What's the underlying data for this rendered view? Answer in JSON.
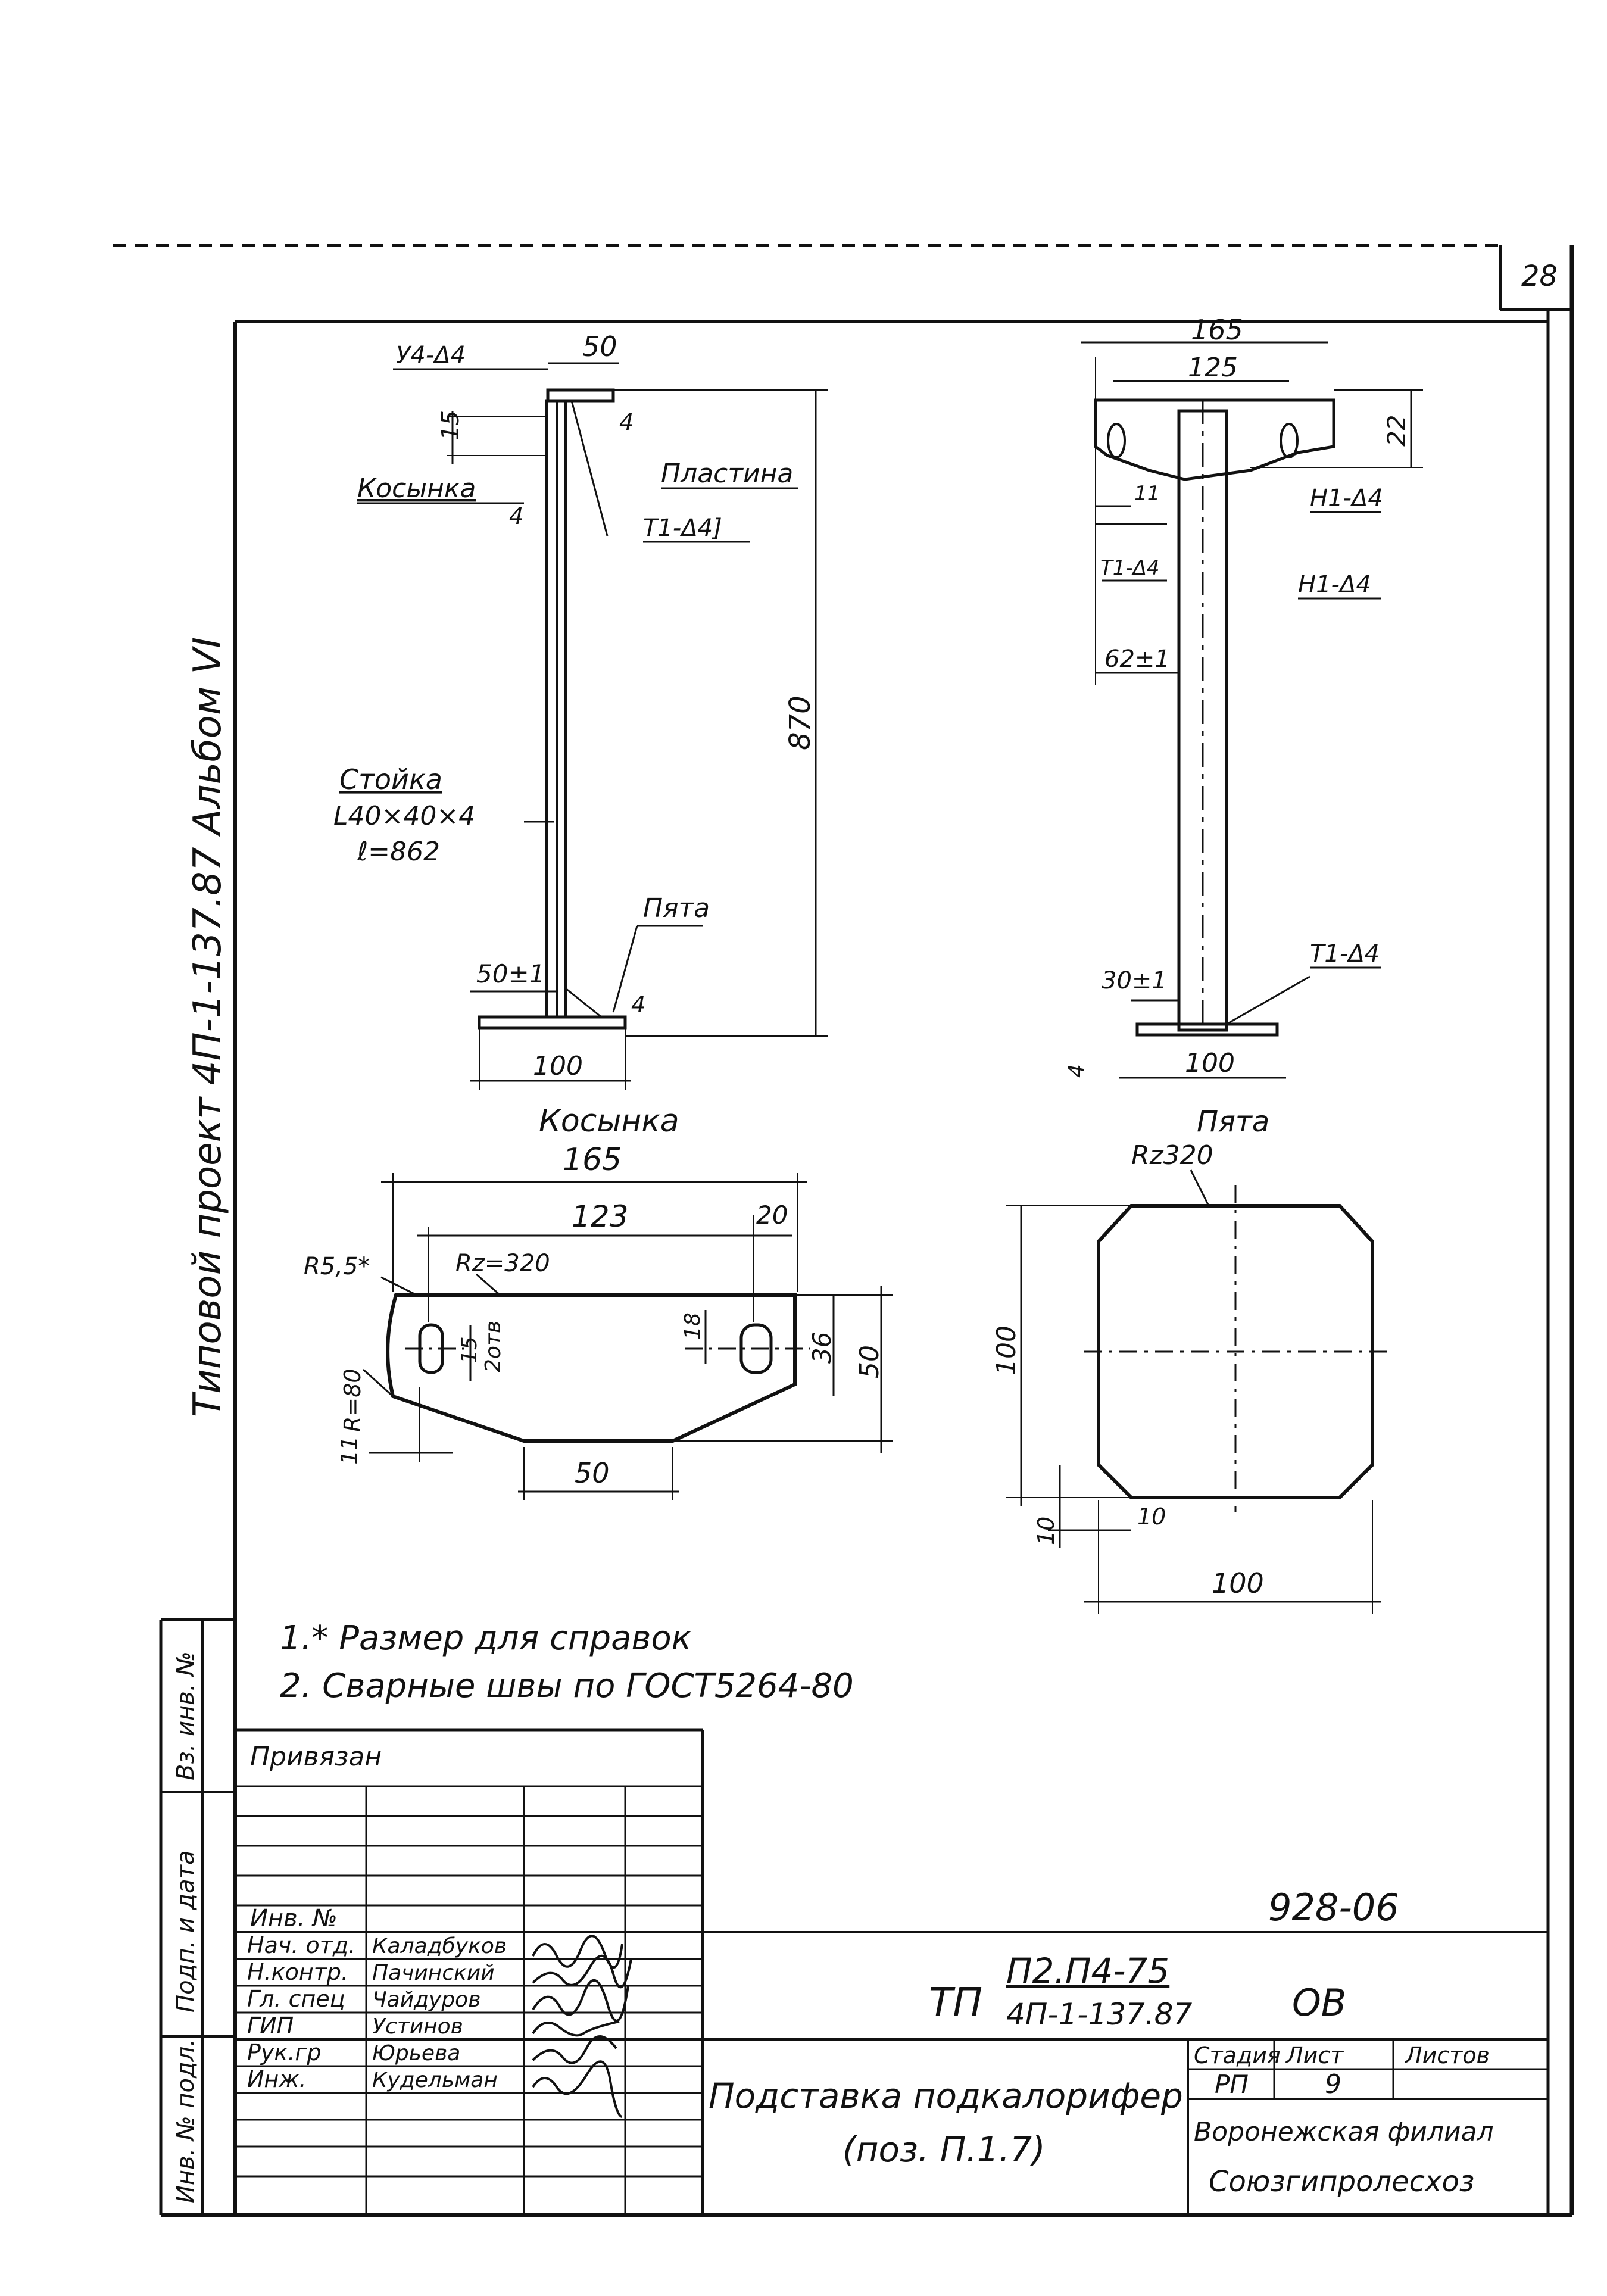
{
  "page_number": "28",
  "side_title": "Типовой  проект 4П-1-137.87   Альбом  VI",
  "view1": {
    "dim_top": "50",
    "weld_top": "У4-Δ4",
    "label_kosynka": "Косынка",
    "dim_15": "15",
    "dim_4_left": "4",
    "dim_4_right": "4",
    "label_plastina": "Пластина",
    "weld_t1": "Т1-Δ4]",
    "dim_870": "870",
    "label_stoika": "Стойка",
    "profile": "L40×40×4",
    "length": "ℓ=862",
    "label_pyata": "Пята",
    "dim_50pm": "50±1",
    "dim_4_bottom": "4",
    "dim_100": "100"
  },
  "view2": {
    "dim_165": "165",
    "dim_125": "125",
    "dim_22": "22",
    "dim_11": "11",
    "weld_h1a": "Н1-Δ4",
    "weld_t1": "Т1-Δ4",
    "weld_h1b": "Н1-Δ4",
    "dim_62": "62±1",
    "weld_t1_bottom": "Т1-Δ4",
    "dim_30": "30±1",
    "dim_4": "4",
    "dim_100": "100"
  },
  "kosynka_detail": {
    "title": "Косынка",
    "dim_165": "165",
    "dim_123": "123",
    "dim_20": "20",
    "r55": "R5,5*",
    "rz": "Rz=320",
    "dim_15": "15",
    "holes": "2отв",
    "dim_18": "18",
    "dim_36": "36",
    "dim_50_right": "50",
    "r80": "R=80",
    "dim_11": "11",
    "dim_50_bottom": "50"
  },
  "pyata_detail": {
    "title": "Пята",
    "rz": "Rz320",
    "dim_100_left": "100",
    "dim_10_a": "10",
    "dim_10_b": "10",
    "dim_100_bottom": "100"
  },
  "notes": [
    "1.* Размер для справок",
    "2. Сварные швы по ГОСТ5264-80"
  ],
  "stamp_left": [
    "Инв. № подл.",
    "Подп. и дата",
    "Вз. инв. №"
  ],
  "privyazan": "Привязан",
  "inv_no": "Инв. №",
  "signatures": [
    {
      "role": "Нач. отд.",
      "name": "Каладбуков"
    },
    {
      "role": "Н.контр.",
      "name": "Пачинский"
    },
    {
      "role": "Гл. спец",
      "name": "Чайдуров"
    },
    {
      "role": "ГИП",
      "name": "Устинов"
    },
    {
      "role": "Рук.гр",
      "name": "Юрьева"
    },
    {
      "role": "Инж.",
      "name": "Кудельман"
    }
  ],
  "code": "928-06",
  "doc_prefix": "ТП",
  "doc_code_top": "П2.П4-75",
  "doc_code_bottom": "4П-1-137.87",
  "doc_suffix": "ОВ",
  "title_line1": "Подставка подкалорифер",
  "title_line2": "(поз. П.1.7)",
  "stage_header": "Стадия",
  "sheet_header": "Лист",
  "sheets_header": "Листов",
  "stage": "РП",
  "sheet": "9",
  "org_line1": "Воронежская филиал",
  "org_line2": "Союзгипролесхоз"
}
